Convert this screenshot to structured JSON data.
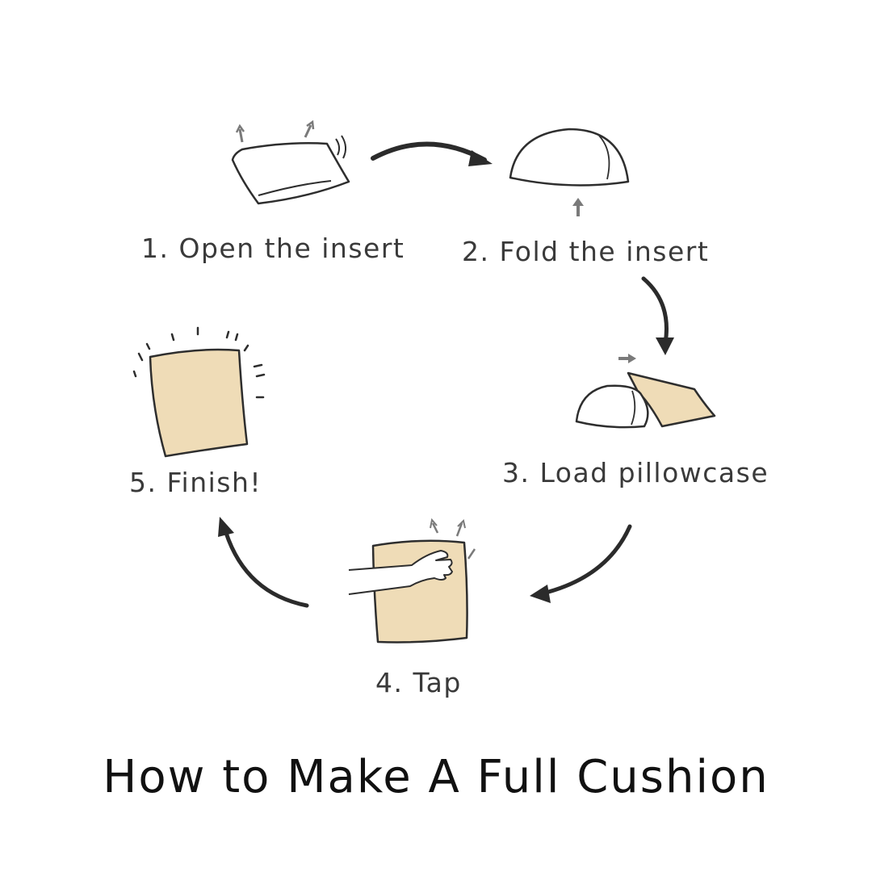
{
  "steps": [
    {
      "label": "1. Open the insert",
      "icon": "white-pillow-insert-icon"
    },
    {
      "label": "2. Fold the insert",
      "icon": "folded-insert-icon"
    },
    {
      "label": "3. Load pillowcase",
      "icon": "insert-into-pillowcase-icon"
    },
    {
      "label": "4. Tap",
      "icon": "hand-tapping-cushion-icon"
    },
    {
      "label": "5. Finish!",
      "icon": "full-cushion-icon"
    }
  ],
  "title": "How to Make A Full Cushion",
  "colors": {
    "cushion_fill": "#efdcb7",
    "insert_fill": "#ffffff",
    "outline": "#2e2e2e",
    "arrow": "#2b2b2b",
    "hint_arrow": "#7a7a7a"
  }
}
